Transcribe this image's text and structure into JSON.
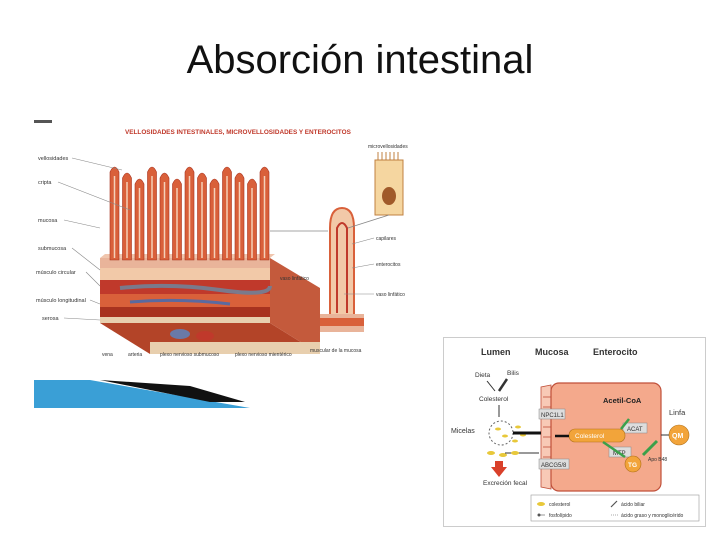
{
  "slide": {
    "title": "Absorción intestinal"
  },
  "intestine_figure": {
    "title": "VELLOSIDADES INTESTINALES, MICROVELLOSIDADES Y ENTEROCITOS",
    "left_labels": [
      "vellosidades",
      "cripta",
      "mucosa",
      "submucosa",
      "músculo circular",
      "músculo longitudinal",
      "serosa"
    ],
    "bottom_labels": {
      "vena": "vena",
      "arteria": "arteria",
      "plexo_submucoso": "plexo nervioso submucoso",
      "plexo_mienterico": "plexo nervioso mientérico",
      "vaso_linfatico": "vaso linfático",
      "muscular_mucosa": "muscular de la mucosa"
    },
    "right_labels": [
      "microvellosidades",
      "capilares",
      "enterocitos",
      "vaso linfático"
    ],
    "colors": {
      "villi": "#d9603a",
      "muscle": "#c0392b",
      "submucosa": "#e9b49a",
      "accent_bar": "#3a9fd6"
    }
  },
  "absorption_figure": {
    "headers": [
      "Lumen",
      "Mucosa",
      "Enterocito"
    ],
    "labels": {
      "dieta": "Dieta",
      "bilis": "Bilis",
      "colesterol": "Colesterol",
      "micelas": "Micelas",
      "npc1l1": "NPC1L1",
      "abcg5_8": "ABCG5/8",
      "acetil_coa": "Acetil-CoA",
      "acat": "ACAT",
      "colesterol_cell": "Colesterol",
      "mtp": "MTP",
      "tg": "TG",
      "apo_b48": "Apo B48",
      "qm": "QM",
      "linfa": "Linfa",
      "excrecion_fecal": "Excreción fecal"
    },
    "legend": [
      "colesterol",
      "ácido biliar",
      "fosfolípido",
      "ácido graso y monoglicérido"
    ],
    "colors": {
      "cell": "#f4a98c",
      "cell_border": "#c0503a",
      "node": "#f2a43a",
      "arrow_green": "#3aa04a",
      "arrow_red": "#d9402a"
    }
  }
}
